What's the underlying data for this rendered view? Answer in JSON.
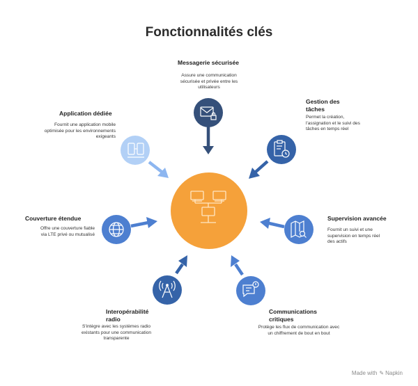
{
  "title": "Fonctionnalités clés",
  "colors": {
    "center": "#f5a13a",
    "navy": "#35507a",
    "blue_dark": "#3563a8",
    "blue_mid": "#4d7fd0",
    "blue_light": "#8db6f0",
    "blue_pale": "#b2d0f6"
  },
  "center_icon": "network-icon",
  "nodes": [
    {
      "id": "messagerie",
      "title": "Messagerie sécurisée",
      "desc": "Assure une communication sécurisée et privée entre les utilisateurs",
      "icon": "envelope-lock-icon",
      "color": "#35507a"
    },
    {
      "id": "taches",
      "title": "Gestion des tâches",
      "desc": "Permet la création, l'assignation et le suivi des tâches en temps réel",
      "icon": "clipboard-clock-icon",
      "color": "#3563a8"
    },
    {
      "id": "supervision",
      "title": "Supervision avancée",
      "desc": "Fournit un suivi et une supervision en temps réel des actifs",
      "icon": "map-search-icon",
      "color": "#4d7fd0"
    },
    {
      "id": "communications",
      "title": "Communications critiques",
      "desc": "Protège les flux de communication avec un chiffrement de bout en bout",
      "icon": "chat-alert-icon",
      "color": "#4d7fd0"
    },
    {
      "id": "radio",
      "title": "Interopérabilité radio",
      "desc": "S'intègre avec les systèmes radio existants pour une communication transparente",
      "icon": "radio-tower-icon",
      "color": "#3563a8"
    },
    {
      "id": "couverture",
      "title": "Couverture étendue",
      "desc": "Offre une couverture fiable via LTE privé ou mutualisé",
      "icon": "globe-icon",
      "color": "#4d7fd0"
    },
    {
      "id": "application",
      "title": "Application dédiée",
      "desc": "Fournit une application mobile optimisée pour les environnements exigeants",
      "icon": "devices-icon",
      "color": "#b2d0f6"
    }
  ],
  "footer": {
    "made_with": "Made with",
    "brand": "Napkin"
  }
}
